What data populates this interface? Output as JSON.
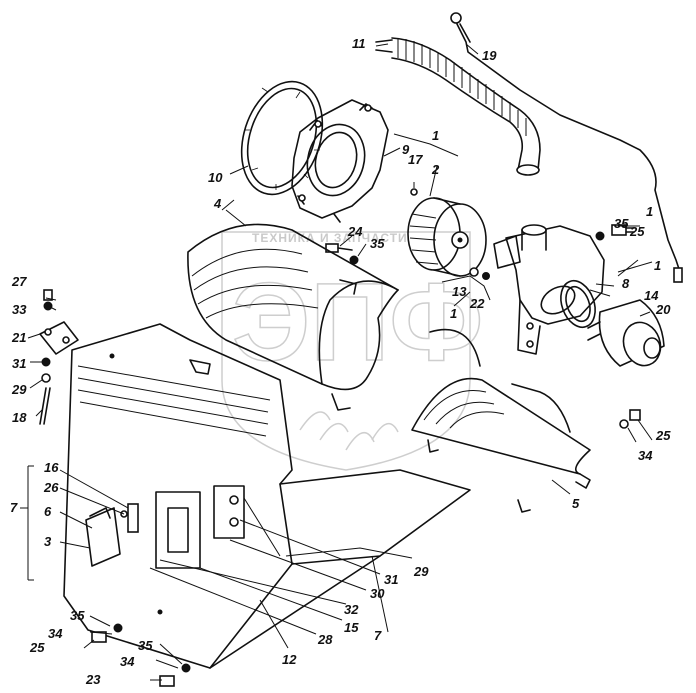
{
  "watermark": {
    "text": "ТЕХНИКА И ЗАПЧАСТИ",
    "logo": "ЭПФ"
  },
  "labels": [
    "1",
    "2",
    "3",
    "4",
    "5",
    "6",
    "7",
    "8",
    "9",
    "10",
    "11",
    "12",
    "13",
    "14",
    "15",
    "16",
    "17",
    "18",
    "19",
    "20",
    "21",
    "22",
    "23",
    "24",
    "25",
    "26",
    "27",
    "28",
    "29",
    "30",
    "31",
    "32",
    "33",
    "34",
    "35"
  ]
}
